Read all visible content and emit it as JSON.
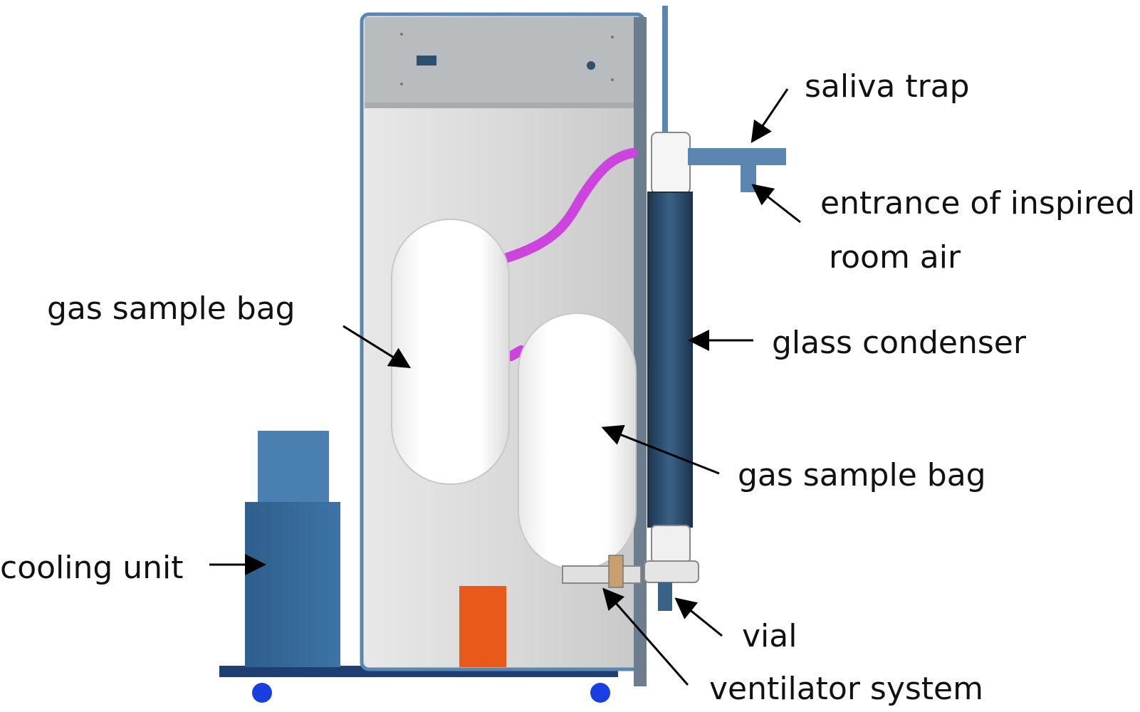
{
  "labels": {
    "saliva_trap": "saliva trap",
    "entrance_line1": "entrance of inspired",
    "entrance_line2": "room air",
    "gas_bag_left": "gas sample bag",
    "glass_condenser": "glass condenser",
    "gas_bag_right": "gas sample bag",
    "cooling_unit": "cooling unit",
    "vial": "vial",
    "ventilator_system": "ventilator system"
  },
  "colors": {
    "cabinet": "#d8d8d8",
    "cabinet_top": "#b9bcbf",
    "condenser": "#2e4f6e",
    "cooling_unit": "#3a6f9e",
    "tubing": "#cc44dd",
    "orange_block": "#e85a1a",
    "base": "#1f3f73",
    "wheels": "#1a3fe0"
  }
}
